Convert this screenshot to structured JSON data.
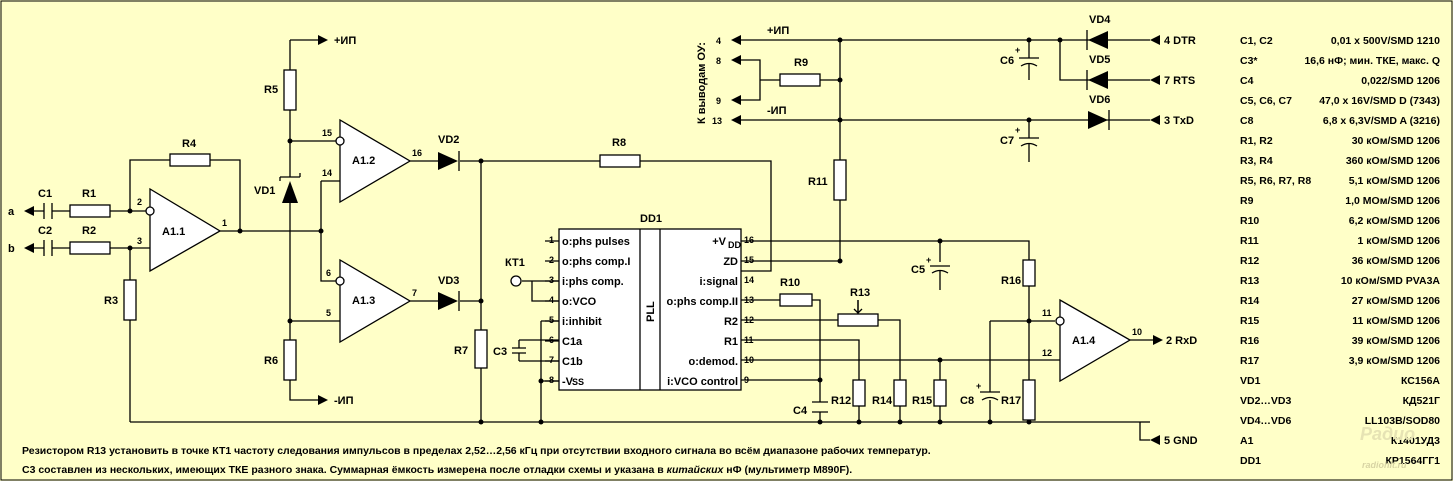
{
  "nets": {
    "plus_ip": "+ИП",
    "minus_ip": "-ИП",
    "to_opamp": "К выводам ОУ:"
  },
  "inputs": {
    "a": "a",
    "b": "b",
    "kt1": "КТ1"
  },
  "components": {
    "C1": "C1",
    "C2": "C2",
    "C3": "C3",
    "C4": "C4",
    "C5": "C5",
    "C6": "C6",
    "C7": "C7",
    "C8": "C8",
    "R1": "R1",
    "R2": "R2",
    "R3": "R3",
    "R4": "R4",
    "R5": "R5",
    "R6": "R6",
    "R7": "R7",
    "R8": "R8",
    "R9": "R9",
    "R10": "R10",
    "R11": "R11",
    "R12": "R12",
    "R13": "R13",
    "R14": "R14",
    "R15": "R15",
    "R16": "R16",
    "R17": "R17",
    "VD1": "VD1",
    "VD2": "VD2",
    "VD3": "VD3",
    "VD4": "VD4",
    "VD5": "VD5",
    "VD6": "VD6",
    "A11": "A1.1",
    "A12": "A1.2",
    "A13": "A1.3",
    "A14": "A1.4",
    "DD1": "DD1"
  },
  "pins": {
    "a11_in1": "2",
    "a11_in2": "3",
    "a11_out": "1",
    "a12_in1": "15",
    "a12_in2": "14",
    "a12_out": "16",
    "a13_in1": "6",
    "a13_in2": "5",
    "a13_out": "7",
    "a14_in1": "11",
    "a14_in2": "12",
    "a14_out": "10",
    "conn_4": "4",
    "conn_8": "8",
    "conn_9": "9",
    "conn_13": "13"
  },
  "dd1": {
    "core_label": "PLL",
    "left_pins": [
      {
        "num": "1",
        "name": "o:phs pulses"
      },
      {
        "num": "2",
        "name": "o:phs comp.I"
      },
      {
        "num": "3",
        "name": "i:phs comp."
      },
      {
        "num": "4",
        "name": "o:VCO"
      },
      {
        "num": "5",
        "name": "i:inhibit"
      },
      {
        "num": "6",
        "name": "C1a"
      },
      {
        "num": "7",
        "name": "C1b"
      },
      {
        "num": "8",
        "name": "-V"
      }
    ],
    "left_sub": "SS",
    "right_pins": [
      {
        "num": "16",
        "name": "+V"
      },
      {
        "num": "15",
        "name": "ZD"
      },
      {
        "num": "14",
        "name": "i:signal"
      },
      {
        "num": "13",
        "name": "o:phs comp.II"
      },
      {
        "num": "12",
        "name": "R2"
      },
      {
        "num": "11",
        "name": "R1"
      },
      {
        "num": "10",
        "name": "o:demod."
      },
      {
        "num": "9",
        "name": "i:VCO control"
      }
    ],
    "right_sub": "DD"
  },
  "connectors": {
    "dtr": "4 DTR",
    "rts": "7 RTS",
    "txd": "3 TxD",
    "rxd": "2 RxD",
    "gnd": "5 GND"
  },
  "notes": [
    "Резистором R13 установить в точке КТ1 частоту следования импульсов в пределах 2,52…2,56 кГц при отсутствии входного сигнала во всём диапазоне рабочих температур.",
    {
      "before": "С3  составлен из нескольких, имеющих ТКЕ разного знака. Суммарная ёмкость измерена после отладки схемы и указана в ",
      "italic": "китайских",
      "after": " нФ (мультиметр М890F)."
    }
  ],
  "parts_list": [
    {
      "ref": "C1, C2",
      "value": "0,01 x 500V/SMD 1210"
    },
    {
      "ref": "C3*",
      "value": "16,6 нФ; мин. ТКЕ, макс. Q"
    },
    {
      "ref": "C4",
      "value": "0,022/SMD 1206"
    },
    {
      "ref": "C5, C6, C7",
      "value": "47,0 x 16V/SMD D (7343)"
    },
    {
      "ref": "C8",
      "value": "6,8 x 6,3V/SMD A (3216)"
    },
    {
      "ref": "R1, R2",
      "value": "30 кОм/SMD 1206"
    },
    {
      "ref": "R3, R4",
      "value": "360 кОм/SMD 1206"
    },
    {
      "ref": "R5, R6, R7, R8",
      "value": "5,1 кОм/SMD 1206"
    },
    {
      "ref": "R9",
      "value": "1,0 МОм/SMD 1206"
    },
    {
      "ref": "R10",
      "value": "6,2 кОм/SMD 1206"
    },
    {
      "ref": "R11",
      "value": "1 кОм/SMD 1206"
    },
    {
      "ref": "R12",
      "value": "36 кОм/SMD 1206"
    },
    {
      "ref": "R13",
      "value": "10 кОм/SMD PVA3A"
    },
    {
      "ref": "R14",
      "value": "27 кОм/SMD 1206"
    },
    {
      "ref": "R15",
      "value": "11 кОм/SMD 1206"
    },
    {
      "ref": "R16",
      "value": "39 кОм/SMD 1206"
    },
    {
      "ref": "R17",
      "value": "3,9 кОм/SMD 1206"
    },
    {
      "ref": "VD1",
      "value": "КС156А"
    },
    {
      "ref": "VD2…VD3",
      "value": "КД521Г"
    },
    {
      "ref": "VD4…VD6",
      "value": "LL103B/SOD80"
    },
    {
      "ref": "A1",
      "value": "К1401УД3"
    },
    {
      "ref": "DD1",
      "value": "КР1564ГГ1"
    }
  ],
  "watermark": {
    "brand": "Радио",
    "site": "radiohlt.ru"
  }
}
